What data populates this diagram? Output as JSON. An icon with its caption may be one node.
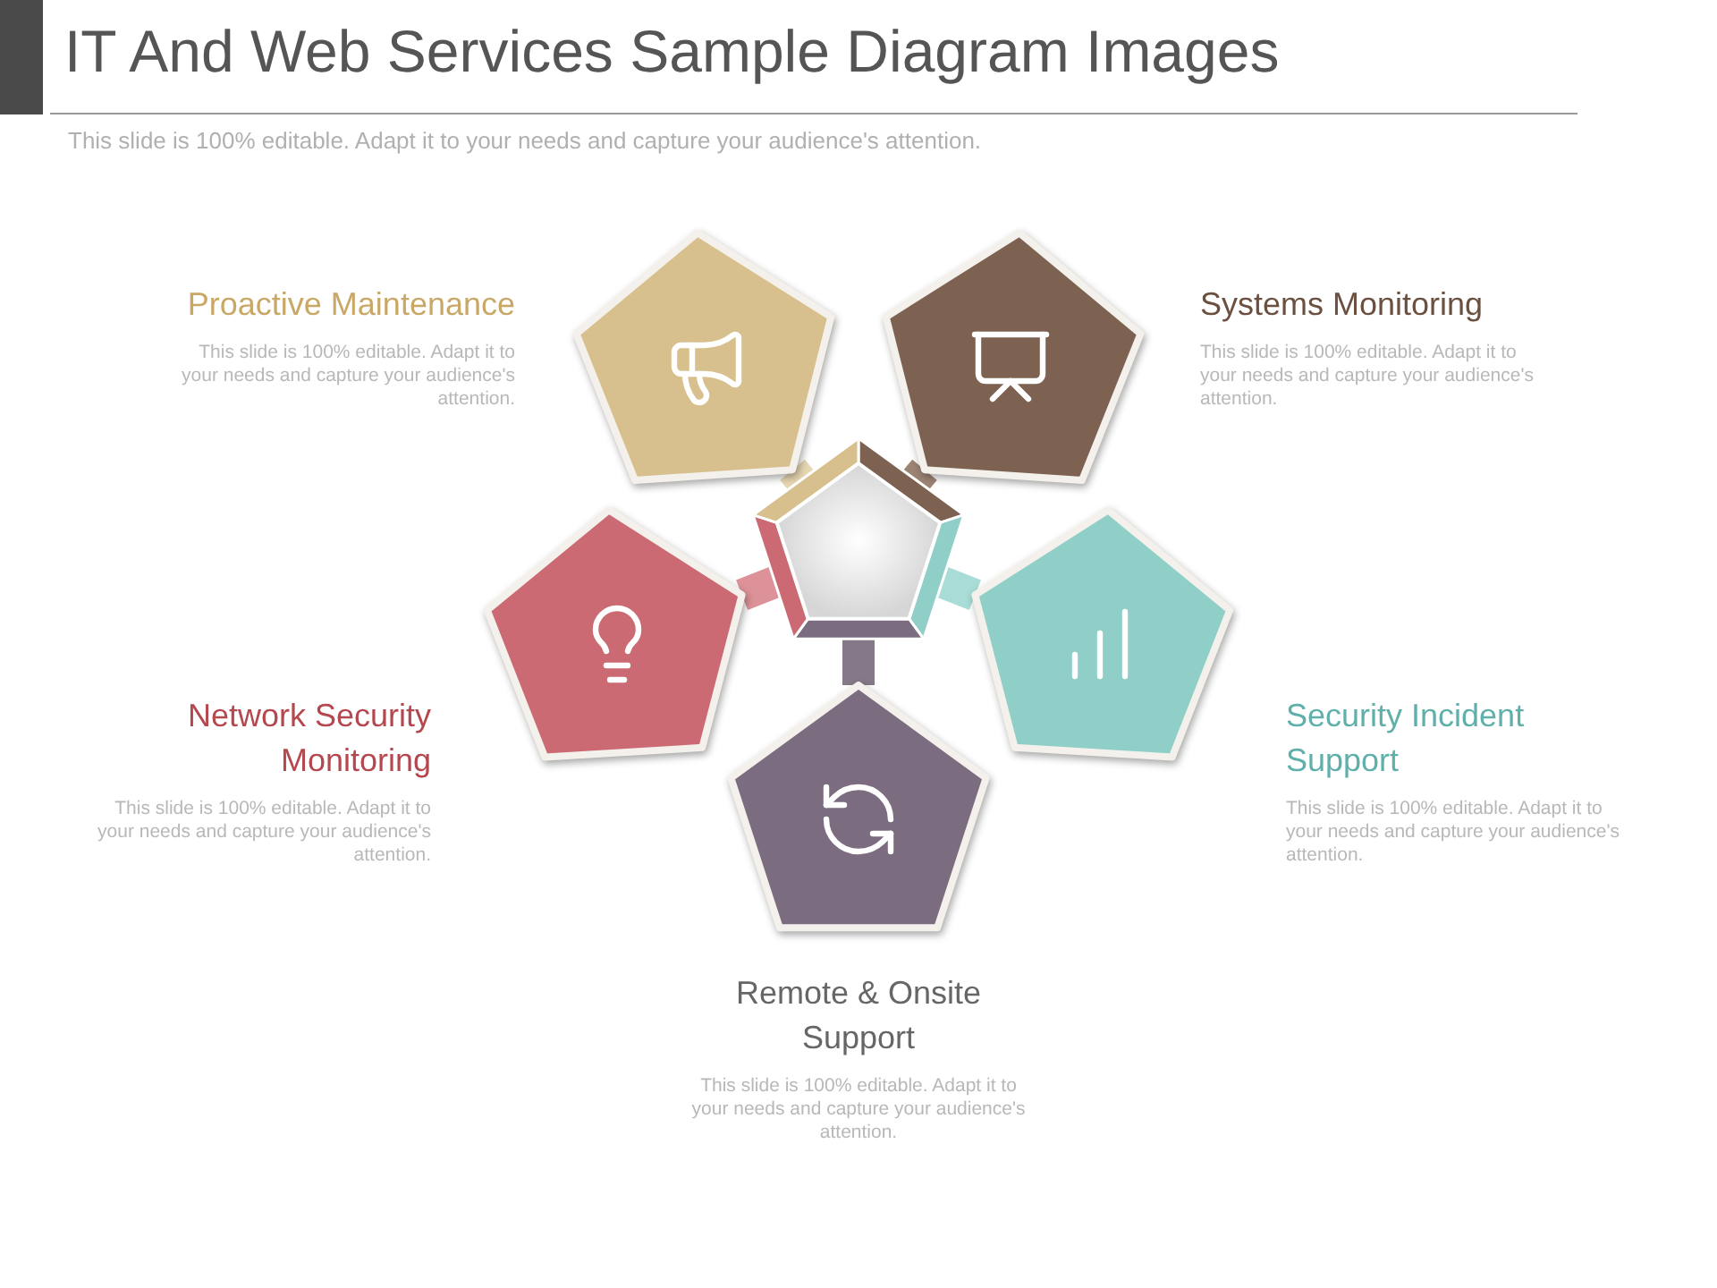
{
  "diagram": {
    "title": "IT And Web Services Sample Diagram Images",
    "nodes": [
      {
        "text": [
          "Proactive Maintenance",
          "This slide is 100% editable. Adapt it to your needs and capture your audience's attention."
        ]
      },
      {
        "text": [
          "Systems Monitoring",
          "This slide is 100% editable. Adapt it to your needs and capture your audience's attention."
        ]
      },
      {
        "text": [],
        "shape": "pentagon"
      },
      {
        "text": [
          "Network Security Monitoring",
          "This slide is 100% editable. Adapt it to your needs and capture your audience's attention."
        ]
      },
      {
        "text": [
          "Security Incident Support",
          "This slide is 100% editable. Adapt it to your needs and capture your audience's attention."
        ]
      },
      {
        "text": [
          "Remote & Onsite Support",
          "This slide is 100% editable. Adapt it to your needs and capture your audience's attention."
        ]
      }
    ],
    "edges": [
      {
        "from": 2,
        "to": 0,
        "arrow": "none",
        "color": "#e6d7b2"
      },
      {
        "from": 2,
        "to": 1,
        "arrow": "none",
        "color": "#9c8474"
      },
      {
        "from": 2,
        "to": 3,
        "arrow": "none",
        "color": "#dc9298"
      },
      {
        "from": 2,
        "to": 4,
        "arrow": "none",
        "color": "#a9dcd6"
      },
      {
        "from": 2,
        "to": 5,
        "arrow": "none",
        "color": "#857888"
      }
    ],
    "labels": [
      "This slide is 100% editable. Adapt it to your needs and capture your audience's attention."
    ]
  }
}
